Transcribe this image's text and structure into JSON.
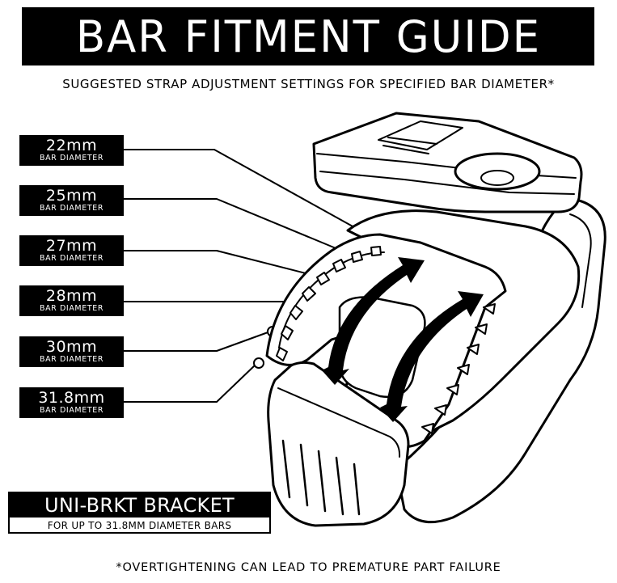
{
  "title": "BAR FITMENT GUIDE",
  "subtitle": "SUGGESTED STRAP ADJUSTMENT SETTINGS FOR SPECIFIED BAR DIAMETER*",
  "settings": [
    {
      "size": "22mm",
      "unit": "BAR DIAMETER"
    },
    {
      "size": "25mm",
      "unit": "BAR DIAMETER"
    },
    {
      "size": "27mm",
      "unit": "BAR DIAMETER"
    },
    {
      "size": "28mm",
      "unit": "BAR DIAMETER"
    },
    {
      "size": "30mm",
      "unit": "BAR DIAMETER"
    },
    {
      "size": "31.8mm",
      "unit": "BAR DIAMETER"
    }
  ],
  "product": {
    "name": "UNI-BRKT BRACKET",
    "note": "FOR UP TO 31.8MM DIAMETER BARS"
  },
  "footnote": "*OVERTIGHTENING CAN LEAD TO PREMATURE PART FAILURE"
}
